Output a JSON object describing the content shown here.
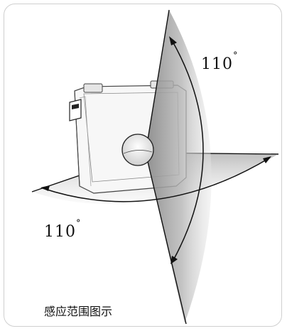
{
  "diagram": {
    "vertical_angle": {
      "value": "110",
      "degree": "°"
    },
    "horizontal_angle": {
      "value": "110",
      "degree": "°"
    }
  },
  "caption": "感应范围图示"
}
